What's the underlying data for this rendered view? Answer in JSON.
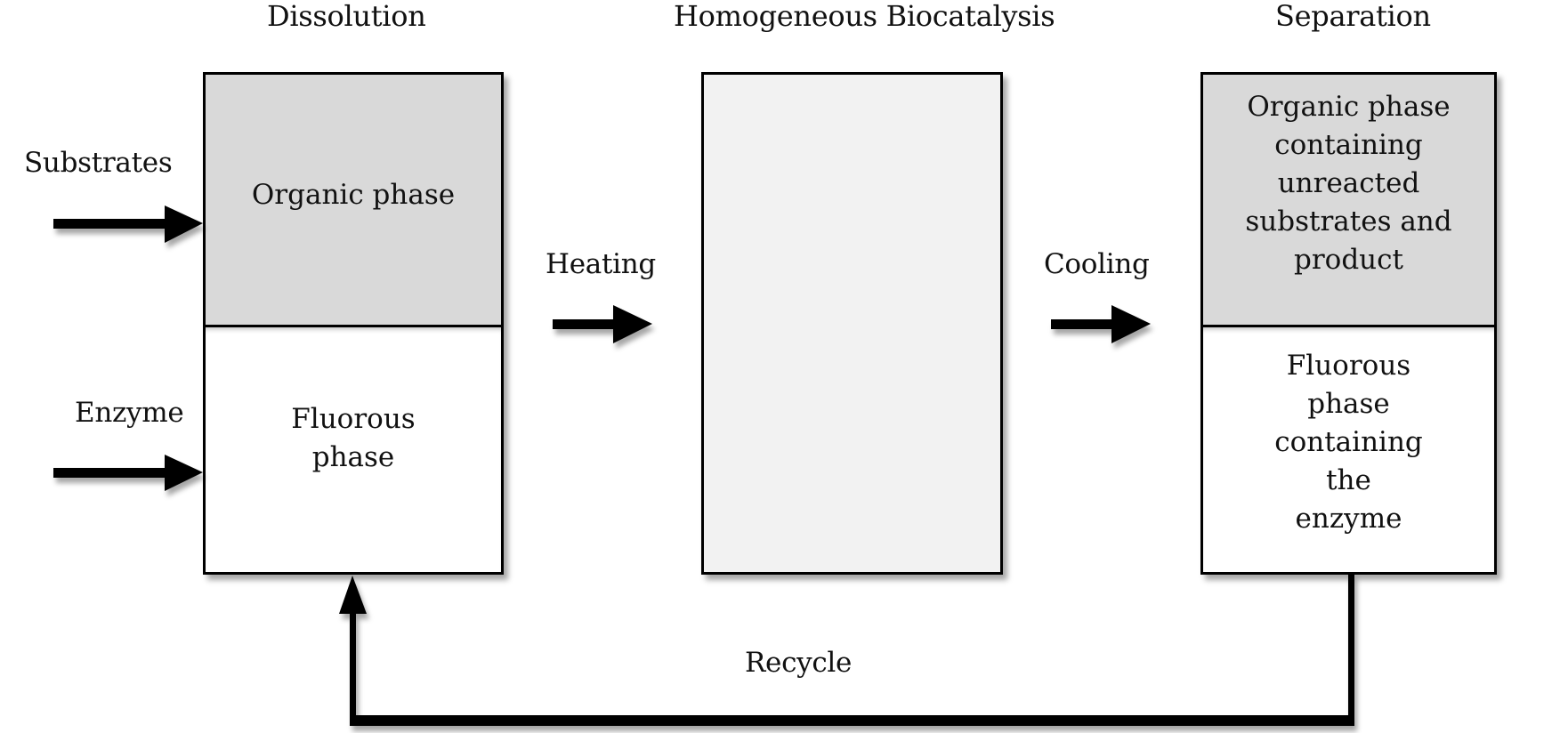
{
  "diagram": {
    "stages": [
      {
        "id": "dissolution",
        "heading": "Dissolution"
      },
      {
        "id": "biocatalysis",
        "heading": "Homogeneous Biocatalysis"
      },
      {
        "id": "separation",
        "heading": "Separation"
      }
    ],
    "inputs": {
      "substrates": "Substrates",
      "enzyme": "Enzyme"
    },
    "boxes": {
      "dissolution": {
        "top": "Organic phase",
        "bottom": "Fluorous\nphase"
      },
      "biocatalysis": {
        "content": ""
      },
      "separation": {
        "top": "Organic phase\ncontaining\nunreacted\nsubstrates and\nproduct",
        "bottom": "Fluorous\nphase\ncontaining\nthe\nenzyme"
      }
    },
    "transitions": {
      "heating": "Heating",
      "cooling": "Cooling",
      "recycle": "Recycle"
    },
    "colors": {
      "organic_phase_fill": "#d9d9d9",
      "fluorous_phase_fill": "#ffffff",
      "reactor_fill": "#f2f2f2",
      "stroke": "#000000"
    }
  }
}
